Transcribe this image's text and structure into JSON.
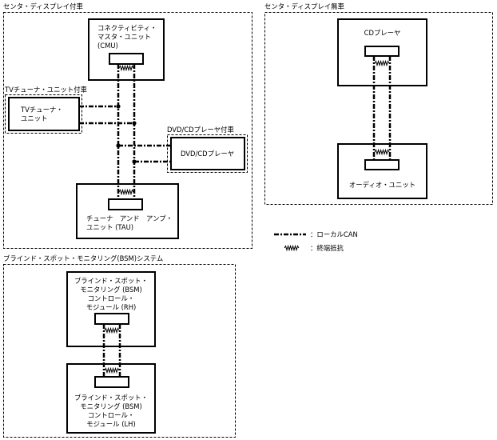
{
  "groups": {
    "center_display_equipped": "センタ・ディスプレイ付車",
    "center_display_none": "センタ・ディスプレイ無車",
    "tv_tuner_equipped": "TVチューナ・ユニット付車",
    "dvd_cd_player_equipped": "DVD/CDプレーヤ付車",
    "bsm_system": "ブラインド・スポット・モニタリング(BSM)システム"
  },
  "units": {
    "cmu": [
      "コネクティビティ・",
      "マスタ・ユニット",
      "(CMU)"
    ],
    "tv_tuner": [
      "TVチューナ・",
      "ユニット"
    ],
    "dvd_cd_player": [
      "DVD/CDプレーヤ"
    ],
    "tau": [
      "チューナ　アンド　アンプ・",
      "ユニット (TAU)"
    ],
    "cd_player": [
      "CDプレーヤ"
    ],
    "audio_unit": [
      "オーディオ・ユニット"
    ],
    "bsm_rh": [
      "ブラインド・スポット・",
      "モニタリング (BSM)",
      "コントロール・",
      "モジュール (RH)"
    ],
    "bsm_lh": [
      "ブラインド・スポット・",
      "モニタリング (BSM)",
      "コントロール・",
      "モジュール (LH)"
    ]
  },
  "legend": {
    "local_can": "：ローカルCAN",
    "termination_resistor": "：終端抵抗"
  }
}
